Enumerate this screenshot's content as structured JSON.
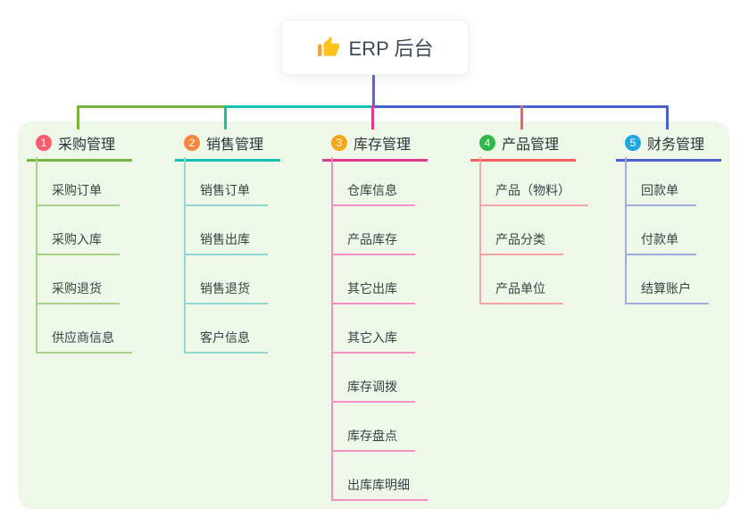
{
  "root": {
    "label": "ERP 后台",
    "icon": "thumbs-up-icon"
  },
  "branches": [
    {
      "num": "1",
      "label": "采购管理",
      "badge_color": "#f75c6e",
      "line_color": "#74b33c",
      "sub_line_color": "#a9d289",
      "children": [
        "采购订单",
        "采购入库",
        "采购退货",
        "供应商信息"
      ]
    },
    {
      "num": "2",
      "label": "销售管理",
      "badge_color": "#f5873f",
      "line_color": "#17bfae",
      "sub_line_color": "#8cd8cc",
      "children": [
        "销售订单",
        "销售出库",
        "销售退货",
        "客户信息"
      ]
    },
    {
      "num": "3",
      "label": "库存管理",
      "badge_color": "#f3a81c",
      "line_color": "#e0388e",
      "sub_line_color": "#f290bf",
      "children": [
        "仓库信息",
        "产品库存",
        "其它出库",
        "其它入库",
        "库存调拨",
        "库存盘点",
        "出库库明细"
      ]
    },
    {
      "num": "4",
      "label": "产品管理",
      "badge_color": "#2eb84b",
      "line_color": "#f4605f",
      "sub_line_color": "#f7a5a5",
      "children": [
        "产品（物料）",
        "产品分类",
        "产品单位"
      ]
    },
    {
      "num": "5",
      "label": "财务管理",
      "badge_color": "#21a6df",
      "line_color": "#4a5fd0",
      "sub_line_color": "#9cadde",
      "children": [
        "回款单",
        "付款单",
        "结算账户"
      ]
    }
  ],
  "connector_colors": {
    "root_stub": "#5566d6",
    "bus_left": "#74b33c",
    "bus_mid": "#17bfae",
    "bus_right": "#4a5fd0"
  },
  "panel_color": "#eef7e8"
}
